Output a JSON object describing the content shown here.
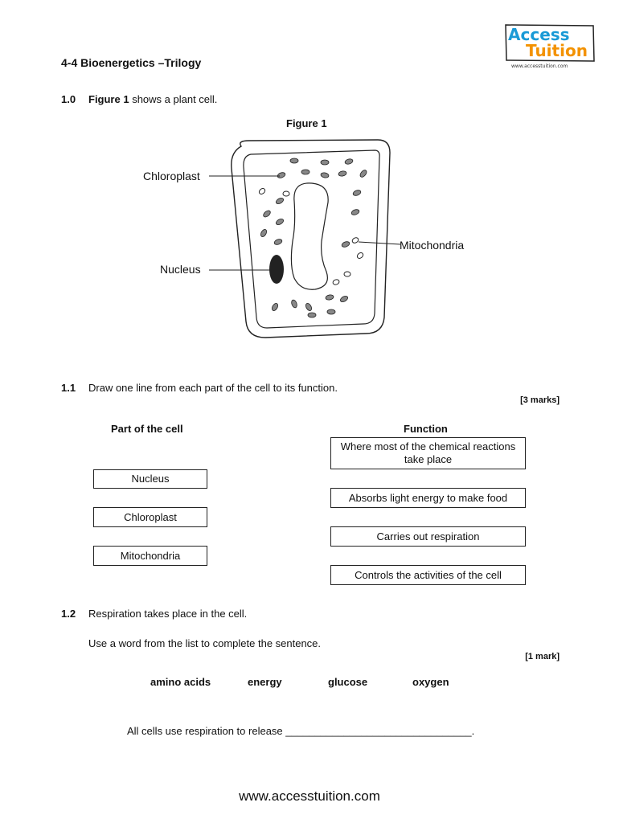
{
  "header": {
    "title": "4-4 Bioenergetics –Trilogy",
    "logo": {
      "line1": "Access",
      "line2": "Tuition",
      "url": "www.accesstuition.com"
    }
  },
  "q1_0": {
    "num": "1.0",
    "figure_ref": "Figure 1",
    "text": " shows a plant cell."
  },
  "figure": {
    "caption": "Figure 1",
    "labels": {
      "chloroplast": "Chloroplast",
      "nucleus": "Nucleus",
      "mitochondria": "Mitochondria"
    }
  },
  "q1_1": {
    "num": "1.1",
    "text": "Draw one line from each part of the cell to its function.",
    "marks": "[3 marks]",
    "col_left": "Part of the cell",
    "col_right": "Function",
    "parts": [
      "Nucleus",
      "Chloroplast",
      "Mitochondria"
    ],
    "functions": [
      "Where most of the chemical reactions take place",
      "Absorbs light energy to make food",
      "Carries out respiration",
      "Controls the activities of the cell"
    ]
  },
  "q1_2": {
    "num": "1.2",
    "text": "Respiration takes place in the cell.",
    "instruction": "Use a word from the list to complete the sentence.",
    "marks": "[1 mark]",
    "words": [
      "amino acids",
      "energy",
      "glucose",
      "oxygen"
    ],
    "sentence": "All cells use respiration to release ________________________________."
  },
  "footer": {
    "url": "www.accesstuition.com"
  },
  "colors": {
    "logo_blue": "#1a9ad6",
    "logo_orange": "#f39200"
  }
}
